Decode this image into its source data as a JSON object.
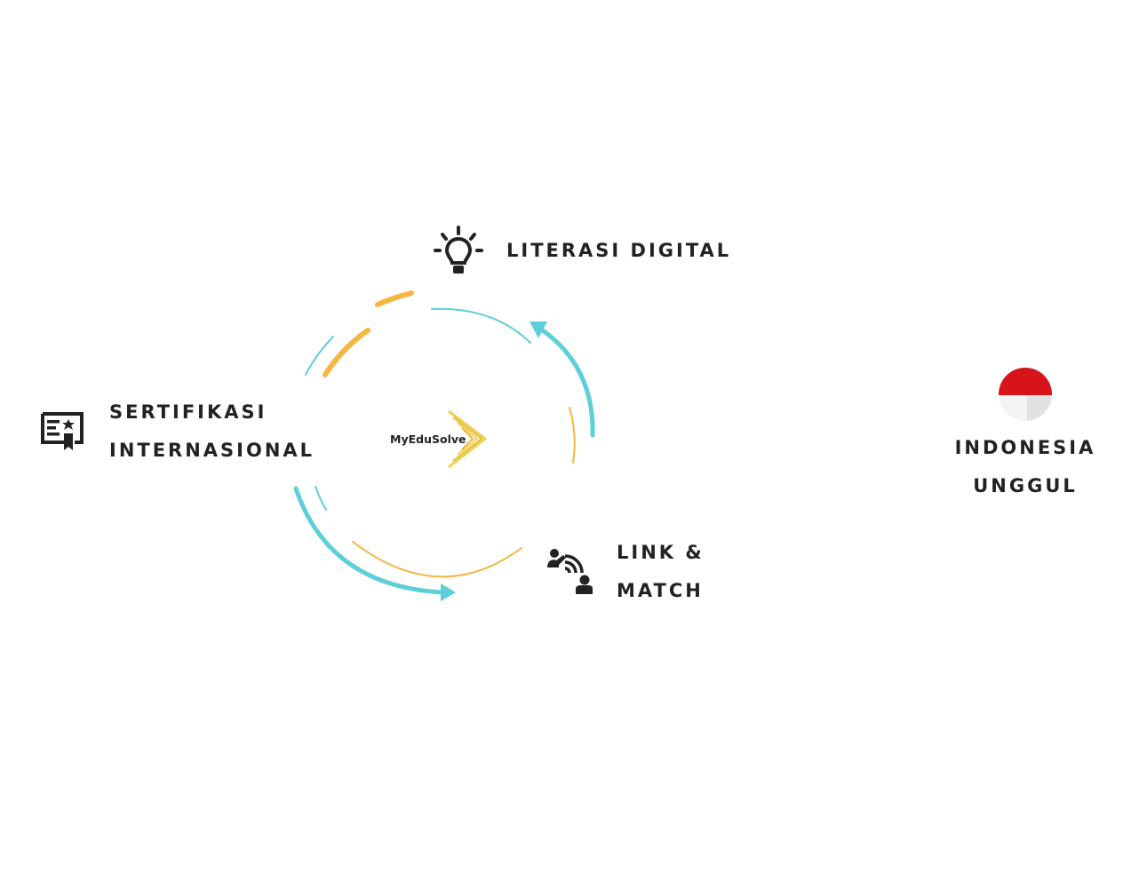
{
  "center": {
    "logo_text": "MyEduSolve"
  },
  "nodes": {
    "literasi": {
      "label": "LITERASI DIGITAL"
    },
    "sertifikasi": {
      "line1": "SERTIFIKASI",
      "line2": "INTERNASIONAL"
    },
    "link_match": {
      "line1": "LINK &",
      "line2": "MATCH"
    }
  },
  "goal": {
    "line1": "INDONESIA",
    "line2": "UNGGUL"
  },
  "colors": {
    "accent_orange": "#F5B642",
    "accent_teal": "#5ECFDA",
    "text": "#222222",
    "flag_red": "#D7141A",
    "flag_white": "#F4F4F4"
  },
  "icons": {
    "literasi": "lightbulb-icon",
    "sertifikasi": "certificate-icon",
    "link_match": "handshake-signal-icon",
    "goal": "indonesia-flag-icon"
  }
}
